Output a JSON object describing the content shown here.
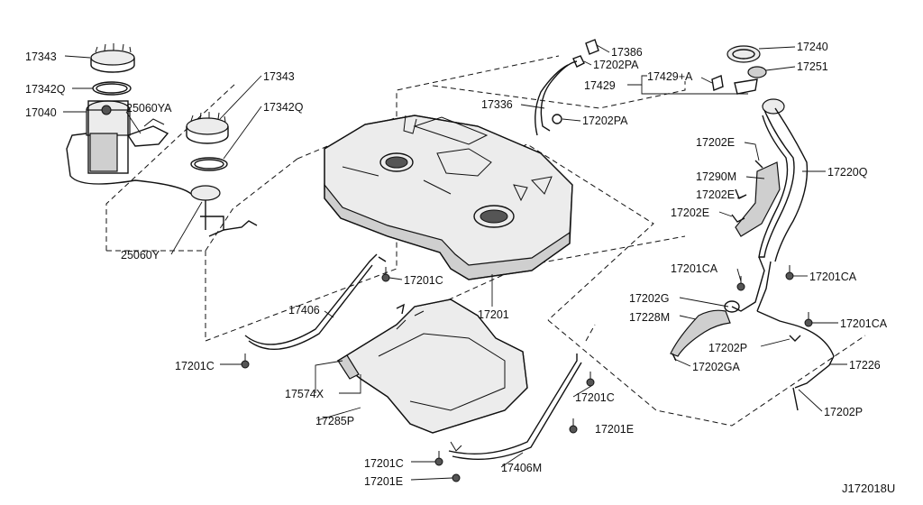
{
  "diagram_code": "J172018U",
  "labels": {
    "p17343_a": "17343",
    "p17342q_a": "17342Q",
    "p17040": "17040",
    "p25060ya": "25060YA",
    "p17343_b": "17343",
    "p17342q_b": "17342Q",
    "p25060y": "25060Y",
    "p17386": "17386",
    "p17202pa_a": "17202PA",
    "p17336": "17336",
    "p17202pa_b": "17202PA",
    "p17240": "17240",
    "p17251": "17251",
    "p17429": "17429",
    "p17429a": "17429+A",
    "p17202e_a": "17202E",
    "p17220q": "17220Q",
    "p17290m": "17290M",
    "p17202e_b": "17202E",
    "p17202e_c": "17202E",
    "p17201": "17201",
    "p17201c_a": "17201C",
    "p17406": "17406",
    "p17201c_b": "17201C",
    "p17574x": "17574X",
    "p17285p": "17285P",
    "p17201c_c": "17201C",
    "p17201e_a": "17201E",
    "p17201c_d": "17201C",
    "p17201e_b": "17201E",
    "p17406m": "17406M",
    "p17201ca_a": "17201CA",
    "p17201ca_b": "17201CA",
    "p17202g": "17202G",
    "p17228m": "17228M",
    "p17201ca_c": "17201CA",
    "p17202p_a": "17202P",
    "p17202ga": "17202GA",
    "p17226": "17226",
    "p17202p_b": "17202P"
  }
}
